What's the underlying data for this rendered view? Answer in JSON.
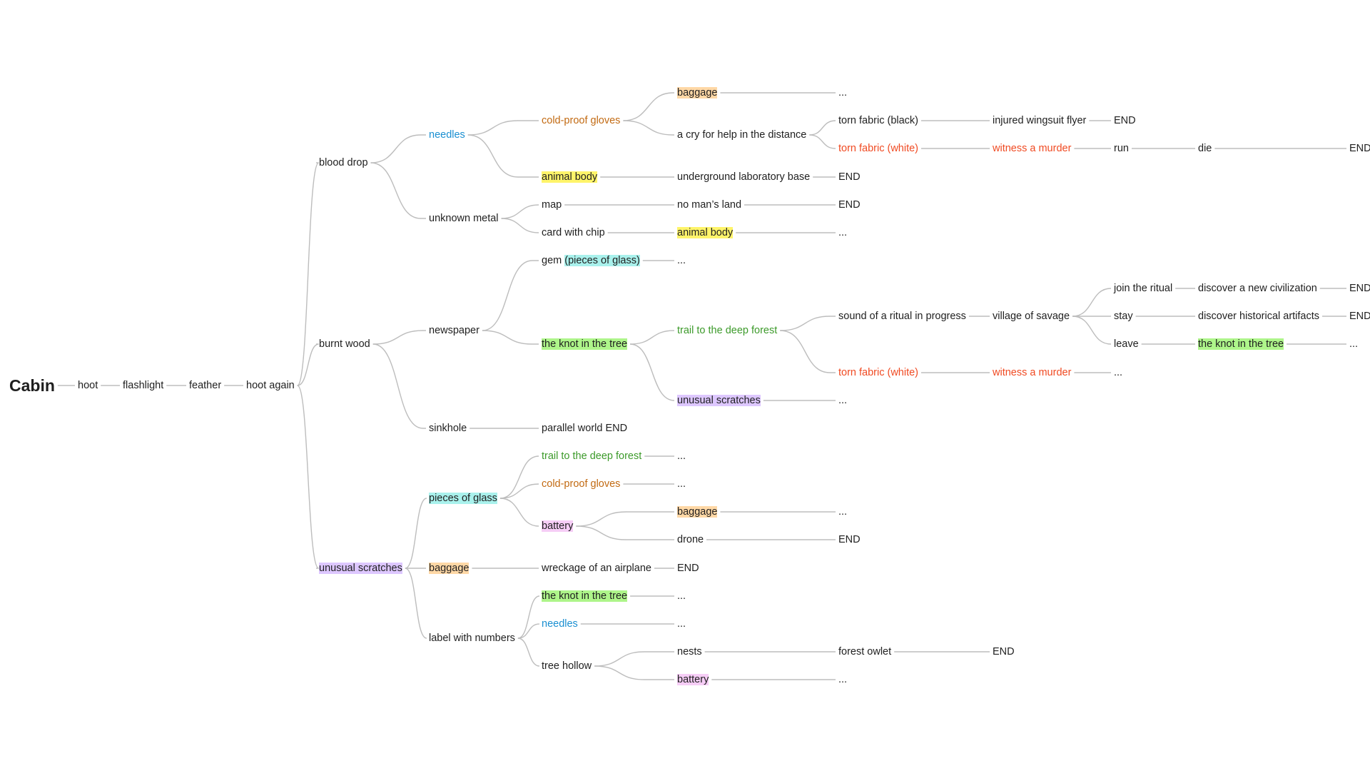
{
  "diagram": {
    "root": {
      "label": "Cabin"
    },
    "nodes": [
      {
        "id": "hoot",
        "label": "hoot",
        "parent": "root"
      },
      {
        "id": "flashlight",
        "label": "flashlight",
        "parent": "hoot"
      },
      {
        "id": "feather",
        "label": "feather",
        "parent": "flashlight"
      },
      {
        "id": "hoot_again",
        "label": "hoot again",
        "parent": "feather"
      },
      {
        "id": "blood_drop",
        "label": "blood drop",
        "parent": "hoot_again"
      },
      {
        "id": "burnt_wood",
        "label": "burnt wood",
        "parent": "hoot_again"
      },
      {
        "id": "unusual_scratches",
        "label": "unusual scratches",
        "parent": "hoot_again",
        "highlight": "purple"
      },
      {
        "id": "needles",
        "label": "needles",
        "parent": "blood_drop",
        "color": "blue"
      },
      {
        "id": "unknown_metal",
        "label": "unknown metal",
        "parent": "blood_drop"
      },
      {
        "id": "cold_proof_gloves",
        "label": "cold-proof gloves",
        "parent": "needles",
        "color": "orange"
      },
      {
        "id": "animal_body",
        "label": "animal body",
        "parent": "needles",
        "highlight": "yellow"
      },
      {
        "id": "baggage_1",
        "label": "baggage",
        "parent": "cold_proof_gloves",
        "highlight": "peach"
      },
      {
        "id": "cry_for_help",
        "label": "a cry for help in the distance",
        "parent": "cold_proof_gloves"
      },
      {
        "id": "dots_1",
        "label": "...",
        "parent": "baggage_1"
      },
      {
        "id": "torn_black",
        "label": "torn fabric (black)",
        "parent": "cry_for_help"
      },
      {
        "id": "torn_white_1",
        "label": "torn fabric (white)",
        "parent": "cry_for_help",
        "color": "red"
      },
      {
        "id": "wingsuit",
        "label": "injured wingsuit flyer",
        "parent": "torn_black"
      },
      {
        "id": "end_1",
        "label": "END",
        "parent": "wingsuit"
      },
      {
        "id": "murder_1",
        "label": "witness a murder",
        "parent": "torn_white_1",
        "color": "red"
      },
      {
        "id": "run",
        "label": "run",
        "parent": "murder_1"
      },
      {
        "id": "die",
        "label": "die",
        "parent": "run"
      },
      {
        "id": "end_2",
        "label": "END",
        "parent": "die"
      },
      {
        "id": "underground",
        "label": "underground laboratory base",
        "parent": "animal_body"
      },
      {
        "id": "end_3",
        "label": "END",
        "parent": "underground"
      },
      {
        "id": "map",
        "label": "map",
        "parent": "unknown_metal"
      },
      {
        "id": "card_chip",
        "label": "card with chip",
        "parent": "unknown_metal"
      },
      {
        "id": "no_mans_land",
        "label": "no man’s land",
        "parent": "map"
      },
      {
        "id": "end_4",
        "label": "END",
        "parent": "no_mans_land"
      },
      {
        "id": "animal_body_2",
        "label": "animal body",
        "parent": "card_chip",
        "highlight": "yellow"
      },
      {
        "id": "dots_2",
        "label": "...",
        "parent": "animal_body_2"
      },
      {
        "id": "newspaper",
        "label": "newspaper",
        "parent": "burnt_wood"
      },
      {
        "id": "sinkhole",
        "label": "sinkhole",
        "parent": "burnt_wood"
      },
      {
        "id": "gem",
        "label": "gem",
        "parent": "newspaper",
        "suffix": "(pieces of glass)",
        "suffix_highlight": "cyan"
      },
      {
        "id": "dots_3",
        "label": "...",
        "parent": "gem"
      },
      {
        "id": "knot_1",
        "label": "the knot in the tree",
        "parent": "newspaper",
        "highlight": "green"
      },
      {
        "id": "trail_1",
        "label": "trail to the deep forest",
        "parent": "knot_1",
        "color": "green"
      },
      {
        "id": "scratches_2",
        "label": "unusual scratches",
        "parent": "knot_1",
        "highlight": "purple"
      },
      {
        "id": "dots_4",
        "label": "...",
        "parent": "scratches_2"
      },
      {
        "id": "ritual_sound",
        "label": "sound of a ritual in progress",
        "parent": "trail_1"
      },
      {
        "id": "torn_white_2",
        "label": "torn fabric (white)",
        "parent": "trail_1",
        "color": "red"
      },
      {
        "id": "village",
        "label": "village of savage",
        "parent": "ritual_sound"
      },
      {
        "id": "join_ritual",
        "label": "join the ritual",
        "parent": "village"
      },
      {
        "id": "stay",
        "label": "stay",
        "parent": "village"
      },
      {
        "id": "leave",
        "label": "leave",
        "parent": "village"
      },
      {
        "id": "civilization",
        "label": "discover a new civilization",
        "parent": "join_ritual"
      },
      {
        "id": "end_5",
        "label": "END",
        "parent": "civilization"
      },
      {
        "id": "artifacts",
        "label": "discover historical artifacts",
        "parent": "stay"
      },
      {
        "id": "end_6",
        "label": "END",
        "parent": "artifacts"
      },
      {
        "id": "knot_2",
        "label": "the knot in the tree",
        "parent": "leave",
        "highlight": "green"
      },
      {
        "id": "dots_5",
        "label": "...",
        "parent": "knot_2"
      },
      {
        "id": "murder_2",
        "label": "witness a murder",
        "parent": "torn_white_2",
        "color": "red"
      },
      {
        "id": "dots_6",
        "label": "...",
        "parent": "murder_2"
      },
      {
        "id": "parallel",
        "label": "parallel world END",
        "parent": "sinkhole"
      },
      {
        "id": "pieces_glass",
        "label": "pieces of glass",
        "parent": "unusual_scratches",
        "highlight": "cyan"
      },
      {
        "id": "baggage_2",
        "label": "baggage",
        "parent": "unusual_scratches",
        "highlight": "peach"
      },
      {
        "id": "label_numbers",
        "label": "label with numbers",
        "parent": "unusual_scratches"
      },
      {
        "id": "trail_2",
        "label": "trail to the deep forest",
        "parent": "pieces_glass",
        "color": "green"
      },
      {
        "id": "dots_7",
        "label": "...",
        "parent": "trail_2"
      },
      {
        "id": "gloves_2",
        "label": "cold-proof gloves",
        "parent": "pieces_glass",
        "color": "orange"
      },
      {
        "id": "dots_8",
        "label": "...",
        "parent": "gloves_2"
      },
      {
        "id": "battery_1",
        "label": "battery",
        "parent": "pieces_glass",
        "highlight": "pink"
      },
      {
        "id": "baggage_3",
        "label": "baggage",
        "parent": "battery_1",
        "highlight": "peach"
      },
      {
        "id": "dots_9",
        "label": "...",
        "parent": "baggage_3"
      },
      {
        "id": "drone",
        "label": "drone",
        "parent": "battery_1"
      },
      {
        "id": "end_7",
        "label": "END",
        "parent": "drone"
      },
      {
        "id": "wreckage",
        "label": "wreckage of an airplane",
        "parent": "baggage_2"
      },
      {
        "id": "end_8",
        "label": "END",
        "parent": "wreckage"
      },
      {
        "id": "knot_3",
        "label": "the knot in the tree",
        "parent": "label_numbers",
        "highlight": "green"
      },
      {
        "id": "dots_10",
        "label": "...",
        "parent": "knot_3"
      },
      {
        "id": "needles_2",
        "label": "needles",
        "parent": "label_numbers",
        "color": "blue"
      },
      {
        "id": "dots_11",
        "label": "...",
        "parent": "needles_2"
      },
      {
        "id": "tree_hollow",
        "label": "tree hollow",
        "parent": "label_numbers"
      },
      {
        "id": "nests",
        "label": "nests",
        "parent": "tree_hollow"
      },
      {
        "id": "owlet",
        "label": "forest owlet",
        "parent": "nests"
      },
      {
        "id": "end_9",
        "label": "END",
        "parent": "owlet"
      },
      {
        "id": "battery_2",
        "label": "battery",
        "parent": "tree_hollow",
        "highlight": "pink"
      },
      {
        "id": "dots_12",
        "label": "...",
        "parent": "battery_2"
      }
    ]
  },
  "colors": {
    "text": "#1f1f1f",
    "edge": "#bdbdbd",
    "blue": "#1a8fd1",
    "orange": "#c26a12",
    "red": "#f04a22",
    "green": "#3c9a2a",
    "highlight_yellow": "#fff46a",
    "highlight_peach": "#ffd8a6",
    "highlight_green": "#aef58a",
    "highlight_purple": "#ddc7ff",
    "highlight_pink": "#f6cdf6",
    "highlight_cyan": "#a9f1ec"
  }
}
